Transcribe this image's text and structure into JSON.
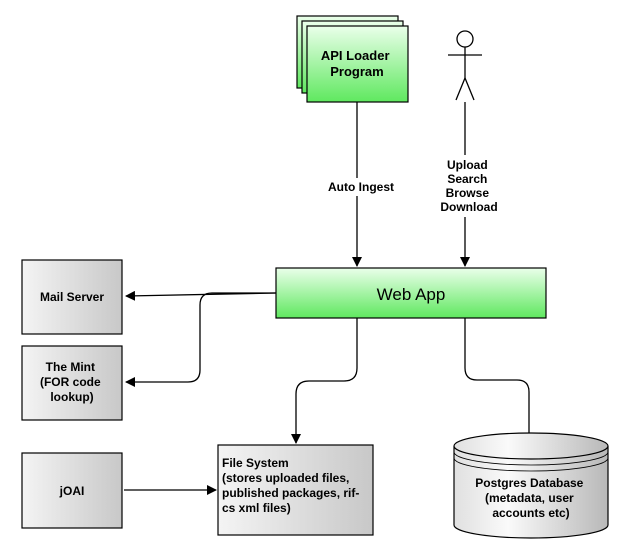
{
  "nodes": {
    "api_loader": {
      "lines": [
        "API Loader",
        "Program"
      ]
    },
    "user": {
      "kind": "actor"
    },
    "web_app": {
      "label": "Web App"
    },
    "mail_server": {
      "label": "Mail Server"
    },
    "the_mint": {
      "lines": [
        "The Mint",
        "(FOR code",
        "lookup)"
      ]
    },
    "joai": {
      "label": "jOAI"
    },
    "file_system": {
      "lines": [
        "File System",
        "(stores uploaded files,",
        "published packages, rif-",
        "cs xml files)"
      ]
    },
    "postgres": {
      "lines": [
        "Postgres Database",
        "(metadata, user",
        "accounts etc)"
      ]
    }
  },
  "edges": {
    "auto_ingest": {
      "label": "Auto Ingest"
    },
    "user_actions": {
      "lines": [
        "Upload",
        "Search",
        "Browse",
        "Download"
      ]
    }
  },
  "colors": {
    "green_light": "#eaffea",
    "green_dark": "#5fe85f",
    "grey_light": "#f2f2f2",
    "grey_dark": "#c4c4c4",
    "line": "#000000"
  }
}
